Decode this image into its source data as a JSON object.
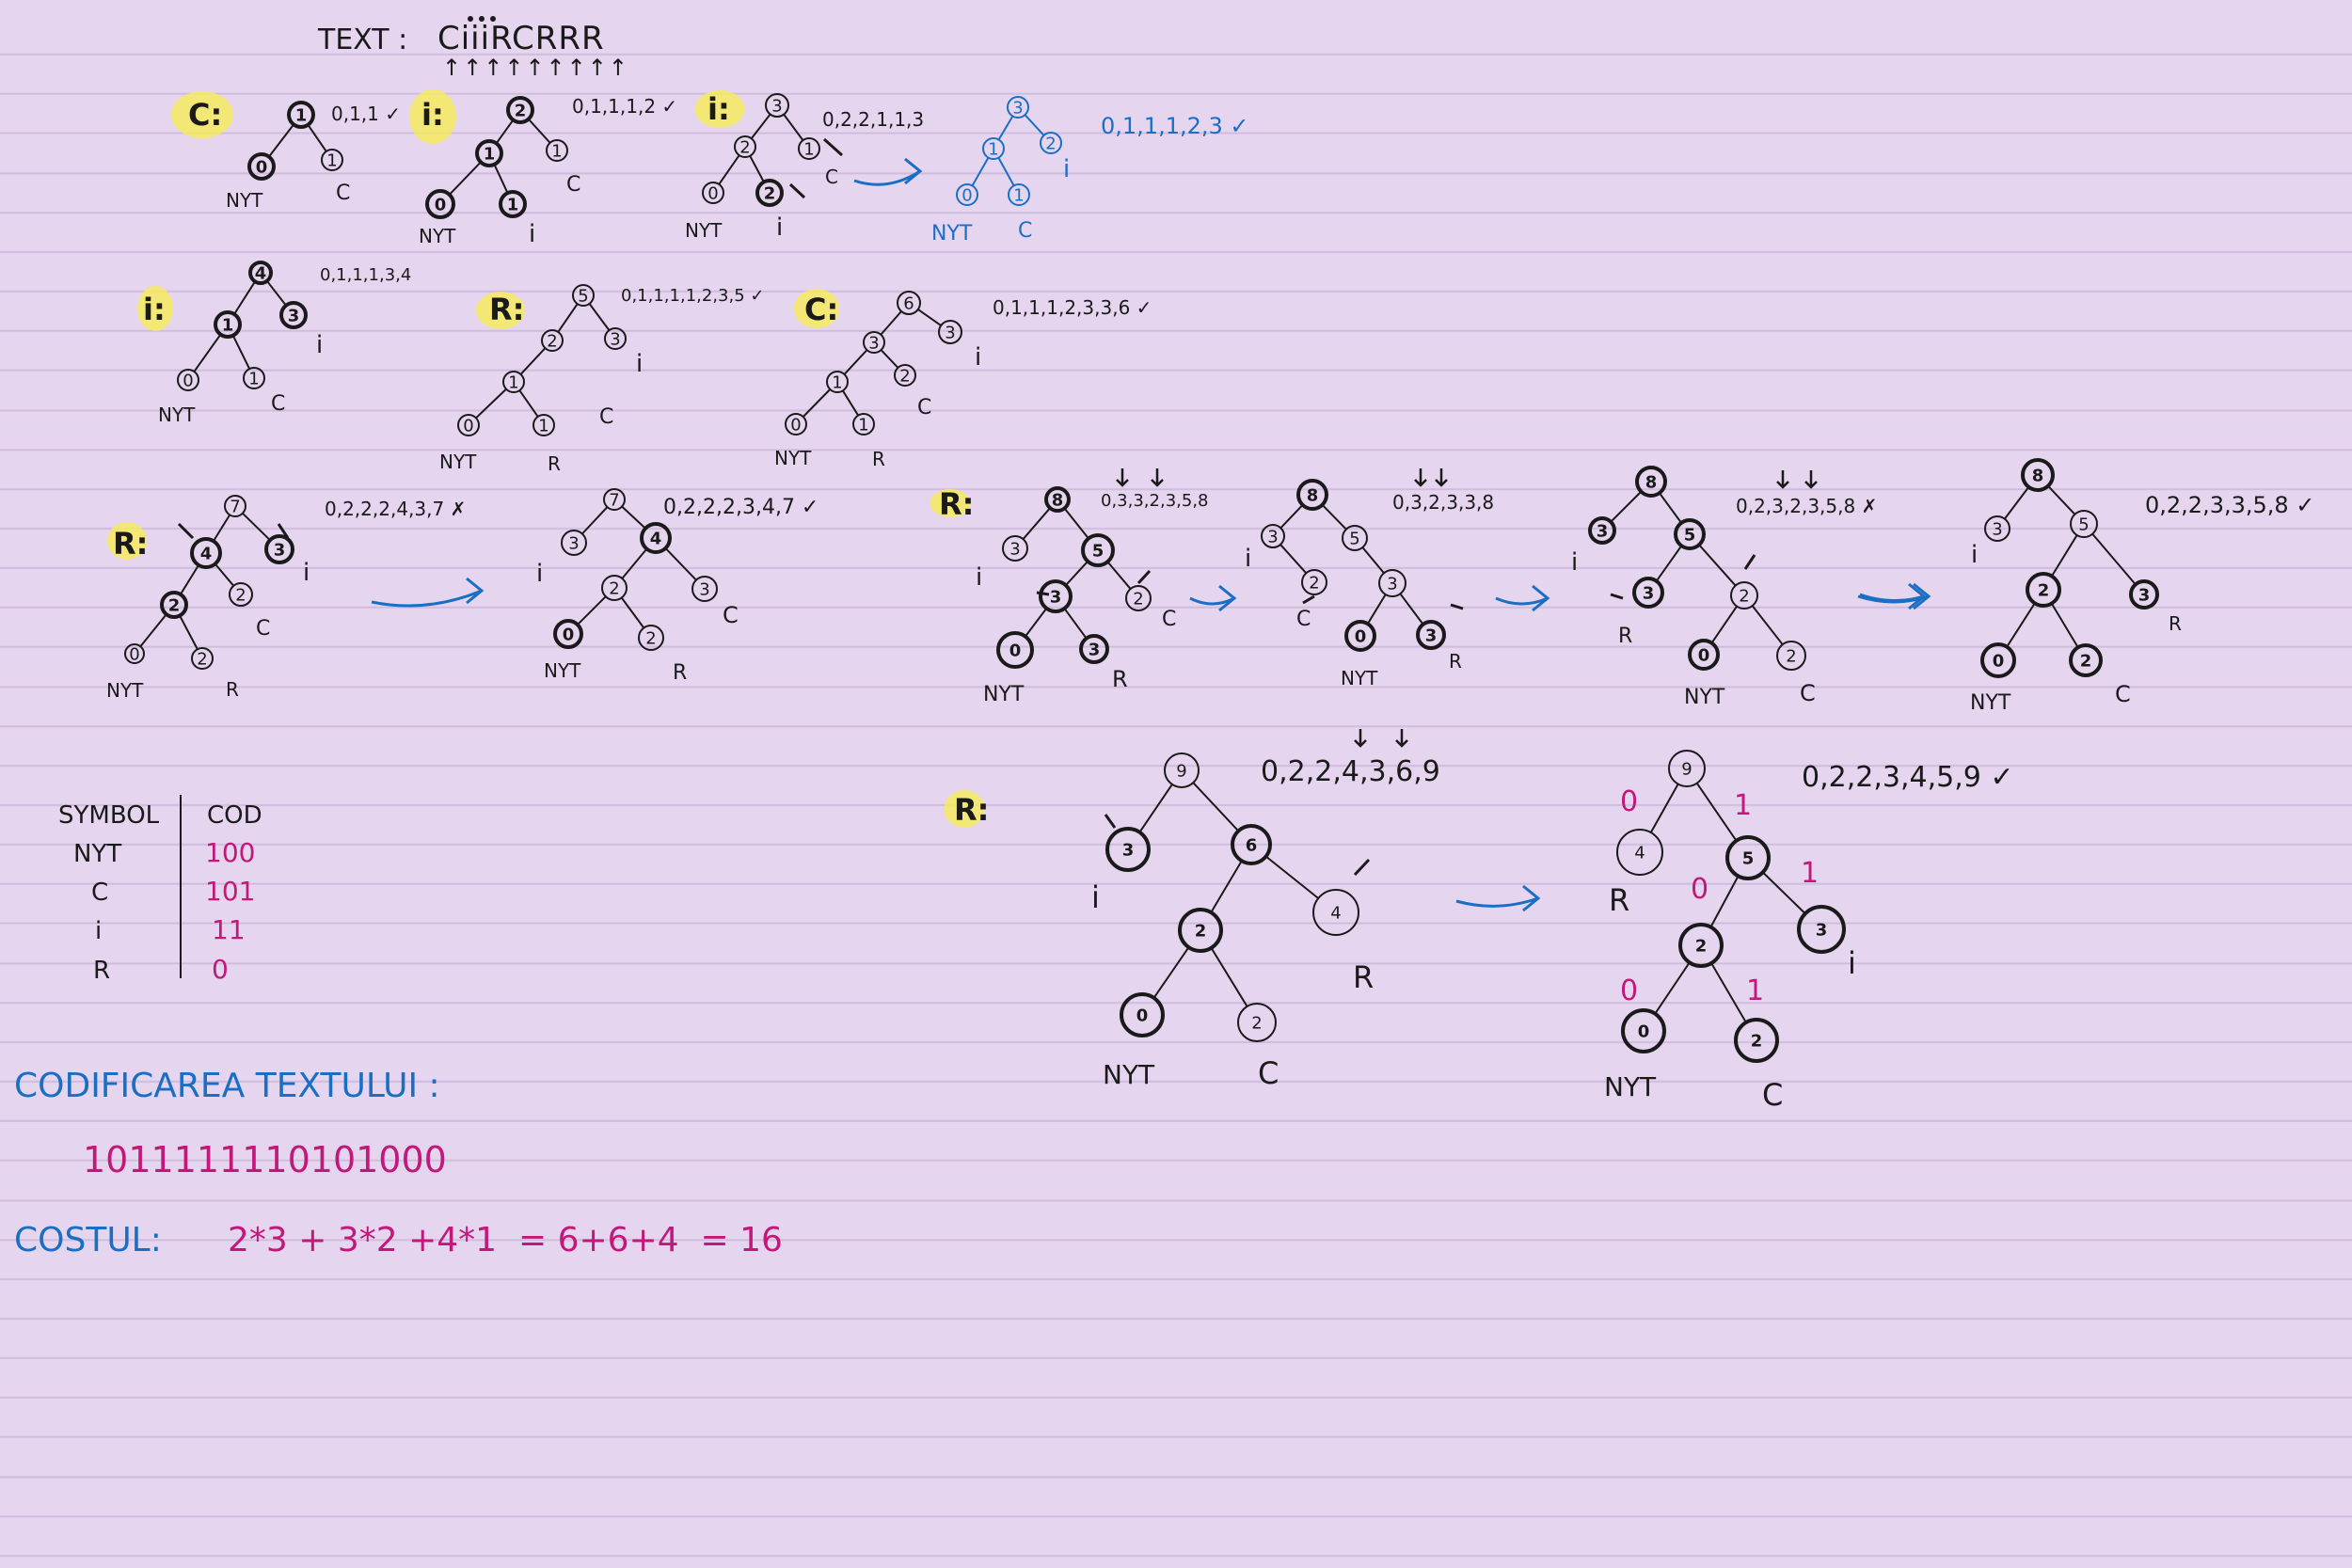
{
  "header": {
    "label": "TEXT :",
    "sequence": "CiiiRCRRR",
    "arrows": "↑↑↑↑↑↑↑↑↑"
  },
  "colors": {
    "ink": "#1a1a1a",
    "blue": "#1a6fc4",
    "magenta": "#c2187a",
    "highlight": "#f5ea5f"
  },
  "steps": [
    {
      "symbol": "C:",
      "check": "0,1,1 ✓"
    },
    {
      "symbol": "i:",
      "check": "0,1,1,1,2 ✓"
    },
    {
      "symbol": "i:",
      "check": "0,2,2,1,1,3"
    },
    {
      "symbol": "",
      "check": "0,1,1,1,2,3 ✓"
    },
    {
      "symbol": "i:",
      "check": "0,1,1,1,3,4"
    },
    {
      "symbol": "R:",
      "check": "0,1,1,1,1,2,3,5 ✓"
    },
    {
      "symbol": "C:",
      "check": "0,1,1,1,2,3,3,6 ✓"
    },
    {
      "symbol": "R:",
      "check": "0,2,2,2,4,3,7 ✗"
    },
    {
      "symbol": "",
      "check": "0,2,2,2,3,4,7 ✓"
    },
    {
      "symbol": "R:",
      "check": "0,3,3,2,3,5,8"
    },
    {
      "symbol": "",
      "check": "0,3,2,3,3,8"
    },
    {
      "symbol": "",
      "check": "0,2,3,2,3,5,8 ✗"
    },
    {
      "symbol": "",
      "check": "0,2,2,3,3,5,8 ✓"
    },
    {
      "symbol": "R:",
      "check": "0,2,2,4,3,6,9"
    },
    {
      "symbol": "",
      "check": "0,2,2,3,4,5,9 ✓"
    }
  ],
  "code_table": {
    "headers": [
      "SYMBOL",
      "COD"
    ],
    "rows": [
      {
        "symbol": "NYT",
        "code": "100"
      },
      {
        "symbol": "C",
        "code": "101"
      },
      {
        "symbol": "i",
        "code": "11"
      },
      {
        "symbol": "R",
        "code": "0"
      }
    ]
  },
  "encoding": {
    "label": "CODIFICAREA TEXTULUI :",
    "bits": "1011111110101000"
  },
  "cost": {
    "label": "COSTUL:",
    "formula": "2*3 + 3*2 +4*1  = 6+6+4  = 16"
  },
  "edge_labels": [
    "0",
    "1",
    "0",
    "1",
    "0",
    "1"
  ],
  "node_labels": {
    "nyt": "NYT",
    "c": "C",
    "i": "i",
    "r": "R"
  }
}
